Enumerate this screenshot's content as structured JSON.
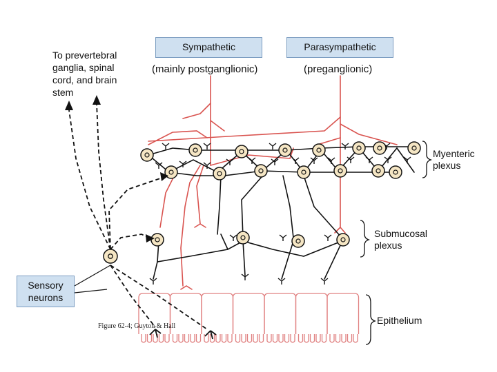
{
  "header": {
    "sympathetic": "Sympathetic",
    "sympathetic_sub": "(mainly postganglionic)",
    "parasympathetic": "Parasympathetic",
    "parasympathetic_sub": "(preganglionic)"
  },
  "left_note": [
    "To prevertebral",
    "ganglia, spinal",
    "cord, and brain",
    "stem"
  ],
  "sensory_box": [
    "Sensory",
    "neurons"
  ],
  "layers": {
    "myenteric": [
      "Myenteric",
      "plexus"
    ],
    "submucosal": [
      "Submucosal",
      "plexus"
    ],
    "epithelium": "Epithelium"
  },
  "caption": "Figure 62-4; Guyton & Hall",
  "colors": {
    "sympathetic_fiber": "#d9534f",
    "box_fill": "#cfe0f0",
    "neuron_fill": "#f5e6c4",
    "epithelium_stroke": "#e08080"
  }
}
